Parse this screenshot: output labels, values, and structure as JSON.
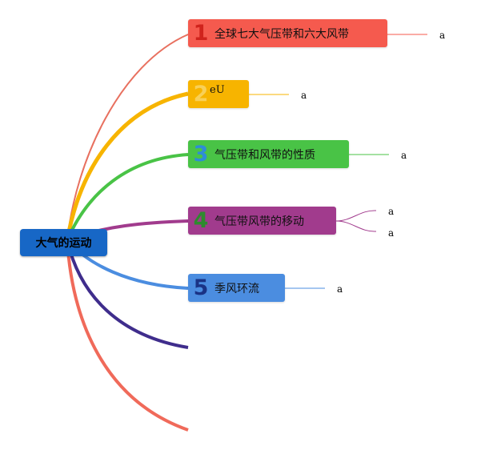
{
  "root": {
    "label": "大气的运动",
    "color": "#1767c6"
  },
  "branches": [
    {
      "num": "1",
      "label": "全球七大气压带和六大风带",
      "color": "#f55a4e",
      "leaves": [
        "a"
      ]
    },
    {
      "num": "2",
      "label": "eU",
      "color": "#f7b400",
      "leaves": [
        "a"
      ]
    },
    {
      "num": "3",
      "label": "气压带和风带的性质",
      "color": "#49c346",
      "leaves": [
        "a"
      ]
    },
    {
      "num": "4",
      "label": "气压带风带的移动",
      "color": "#a13b8d",
      "leaves": [
        "a",
        "a"
      ]
    },
    {
      "num": "5",
      "label": "季风环流",
      "color": "#4b8de0",
      "leaves": [
        "a"
      ]
    }
  ],
  "empty_branch_colors": [
    "#3f2d8c",
    "#f06a5a"
  ]
}
